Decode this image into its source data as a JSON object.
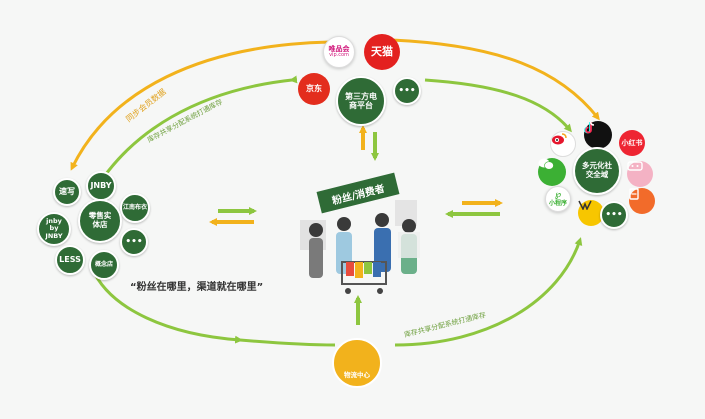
{
  "colors": {
    "dark_green": "#2f6b36",
    "light_green": "#8dc63f",
    "orange": "#f2b21c",
    "background": "#f6f7f6"
  },
  "ecommerce": {
    "hub": "第三方电商平台",
    "vip_line1": "唯品会",
    "vip_line2": "vip.com",
    "tmall_logo": "天猫",
    "jd_logo": "京东",
    "more": "•••"
  },
  "social": {
    "hub": "多元化社交全域",
    "xiaohongshu": "小红书",
    "miniprogram": "小程序",
    "more": "•••"
  },
  "retail": {
    "hub": "零售实体店",
    "jnby": "JNBY",
    "jiangnan": "江南布衣",
    "jnby_by_jnby": "jnby by JNBY",
    "less": "LESS",
    "concept": "概念店",
    "suddenly": "速写",
    "more": "•••"
  },
  "center": {
    "banner": "粉丝/消费者"
  },
  "logistics": {
    "label": "物流中心"
  },
  "labels": {
    "sync_member": "同步会员数据",
    "inventory_top": "库存共享分配系统打通库存",
    "inventory_bottom": "库存共享分配系统打通库存",
    "slogan": "“粉丝在哪里，渠道就在哪里”"
  }
}
